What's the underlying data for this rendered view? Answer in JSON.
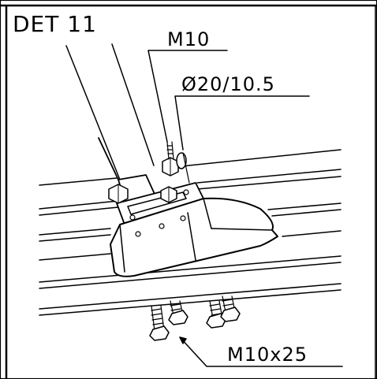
{
  "detail": {
    "title": "DET 11"
  },
  "callouts": {
    "nut_top": "M10",
    "washer": "Ø20/10.5",
    "bolt_bottom": "M10x25"
  }
}
